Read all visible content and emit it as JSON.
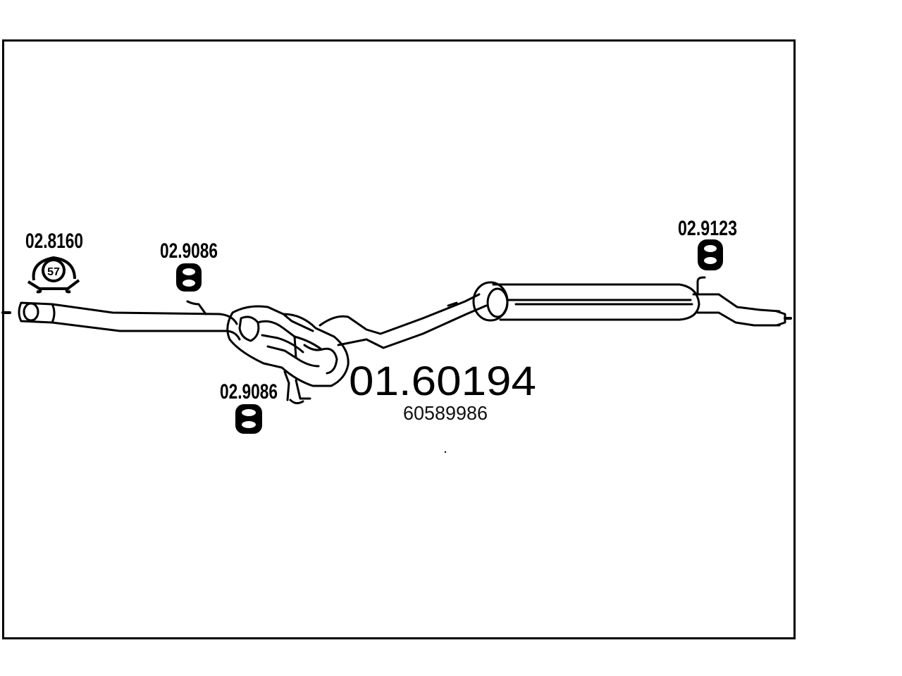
{
  "diagram": {
    "main_part_number": "01.60194",
    "oem_number": "60589986",
    "components": [
      {
        "id": "clamp-left",
        "label": "02.8160",
        "icon": "exhaust-clamp-icon",
        "badge": "57"
      },
      {
        "id": "hanger-left",
        "label": "02.9086",
        "icon": "rubber-hanger-icon"
      },
      {
        "id": "hanger-lower",
        "label": "02.9086",
        "icon": "rubber-hanger-icon"
      },
      {
        "id": "hanger-right",
        "label": "02.9123",
        "icon": "rubber-hanger-icon"
      }
    ],
    "colors": {
      "line": "#000000",
      "background": "#ffffff"
    }
  }
}
